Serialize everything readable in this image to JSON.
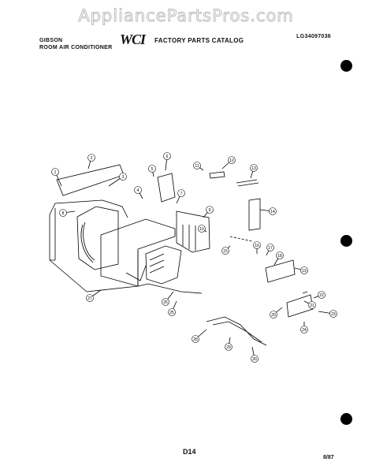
{
  "watermark": "AppliancePartsPros.com",
  "header": {
    "brand_line1": "GIBSON",
    "brand_line2": "ROOM AIR CONDITIONER",
    "logo": "WCI",
    "catalog_title": "FACTORY PARTS CATALOG",
    "catalog_code": "LG34097036"
  },
  "footer": {
    "page_number": "D14",
    "date": "8/87"
  },
  "callouts": [
    "1",
    "2",
    "3",
    "4",
    "5",
    "6",
    "7",
    "8",
    "9",
    "10",
    "11",
    "12",
    "13",
    "14",
    "15",
    "16",
    "17",
    "18",
    "19",
    "20",
    "21",
    "22",
    "23",
    "24",
    "25",
    "26",
    "27",
    "28",
    "29",
    "30"
  ]
}
